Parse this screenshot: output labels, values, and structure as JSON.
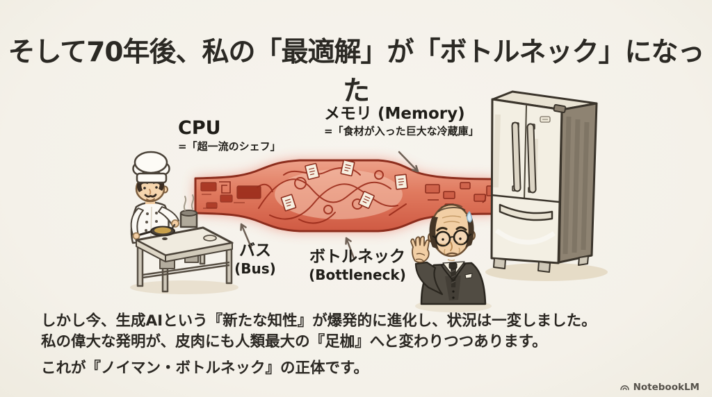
{
  "slide": {
    "title": "そして70年後、私の「最適解」が「ボトルネック」になった",
    "diagram": {
      "cpu": {
        "label": "CPU",
        "sublabel": "=「超一流のシェフ」"
      },
      "memory": {
        "label": "メモリ (Memory)",
        "sublabel": "=「食材が入った巨大な冷蔵庫」"
      },
      "bus": {
        "label": "バス",
        "sublabel": "(Bus)"
      },
      "bottleneck": {
        "label": "ボトルネック",
        "sublabel": "(Bottleneck)"
      }
    },
    "body": {
      "line1": "しかし今、生成AIという『新たな知性』が爆発的に進化し、状況は一変しました。",
      "line2": "私の偉大な発明が、皮肉にも人類最大の『足枷』へと変わりつつあります。",
      "line3": "これが『ノイマン・ボトルネック』の正体です。"
    },
    "footer": {
      "brand": "NotebookLM",
      "icon": "notebooklm-logo-icon"
    },
    "colors": {
      "background": "#f4f1e9",
      "text": "#2b2924",
      "pipe_red": "#d4604a",
      "pipe_outline": "#8c2d1d",
      "pipe_glow": "#e8523a",
      "arrow": "#6e6055"
    }
  }
}
